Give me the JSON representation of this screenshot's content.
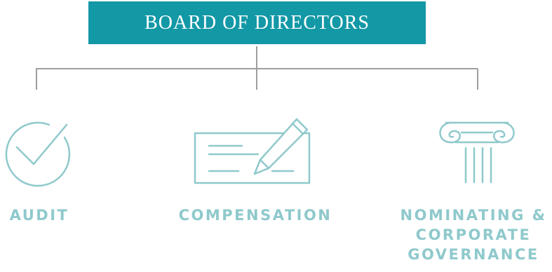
{
  "header": {
    "title": "BOARD OF DIRECTORS"
  },
  "committees": [
    {
      "label": "AUDIT",
      "icon": "checkmark-circle-icon"
    },
    {
      "label": "COMPENSATION",
      "icon": "check-pen-icon"
    },
    {
      "label_lines": [
        "NOMINATING &",
        "CORPORATE",
        "GOVERNANCE"
      ],
      "icon": "column-icon"
    }
  ],
  "colors": {
    "header_bg": "#1398a6",
    "header_text": "#ffffff",
    "accent": "#8fc9cc",
    "connector": "#9e9e9e"
  }
}
